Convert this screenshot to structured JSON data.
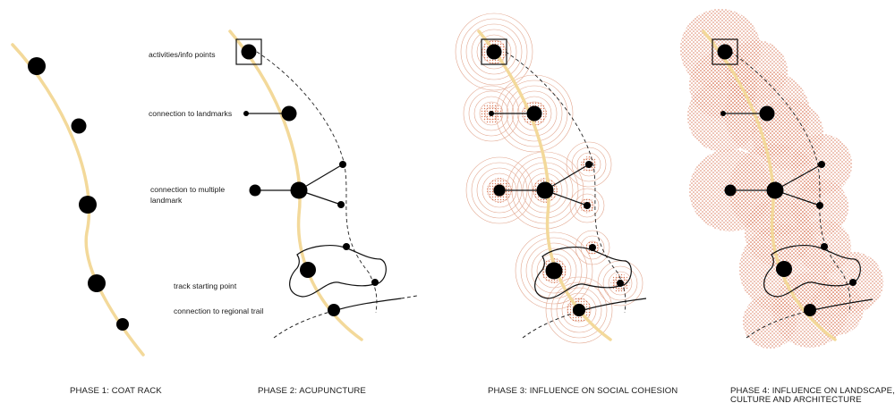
{
  "colors": {
    "path": "#f3d99a",
    "node": "#000000",
    "influence": "#d9795a",
    "ring": "#e2a68e"
  },
  "legend": {
    "activities": "activities/info points",
    "landmarks": "connection to landmarks",
    "multiple_1": "connection to multiple",
    "multiple_2": "landmark",
    "track": "track starting point",
    "regional": "connection to regional trail"
  },
  "phases": [
    {
      "caption": "PHASE 1: COAT RACK"
    },
    {
      "caption": "PHASE 2:  ACUPUNCTURE"
    },
    {
      "caption": "PHASE 3:  INFLUENCE  ON SOCIAL COHESION"
    },
    {
      "caption_1": "PHASE 4:  INFLUENCE  ON LANDSCAPE,",
      "caption_2": "CULTURE AND ARCHITECTURE"
    }
  ]
}
